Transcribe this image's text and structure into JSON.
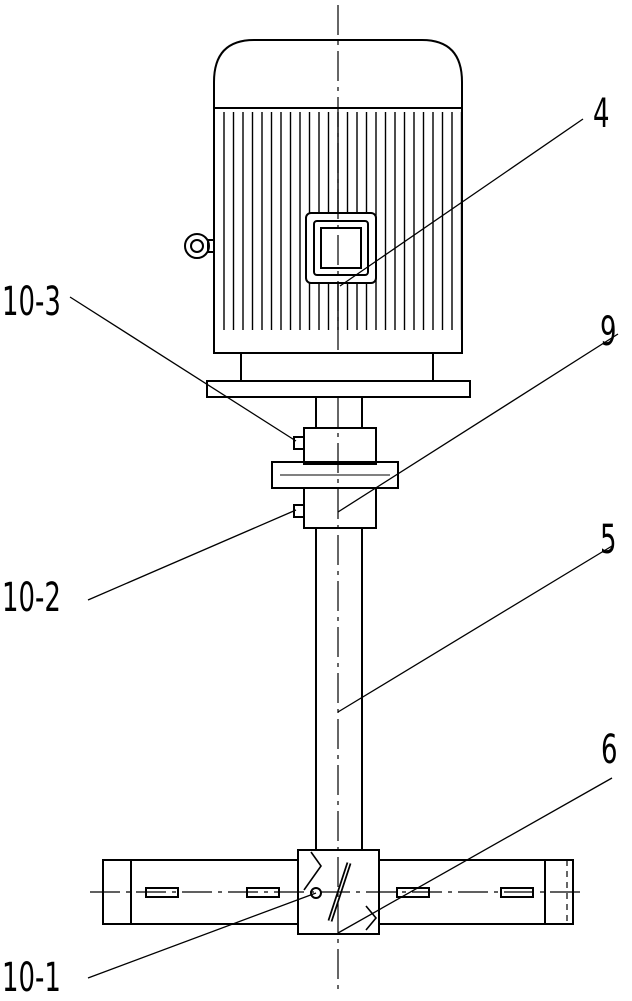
{
  "callouts": {
    "motor": "4",
    "coupling": "9",
    "shaft": "5",
    "impeller": "6",
    "screw_upper": "10-3",
    "screw_lower": "10-2",
    "pin": "10-1"
  },
  "colors": {
    "line": "#000000",
    "background": "#ffffff"
  }
}
